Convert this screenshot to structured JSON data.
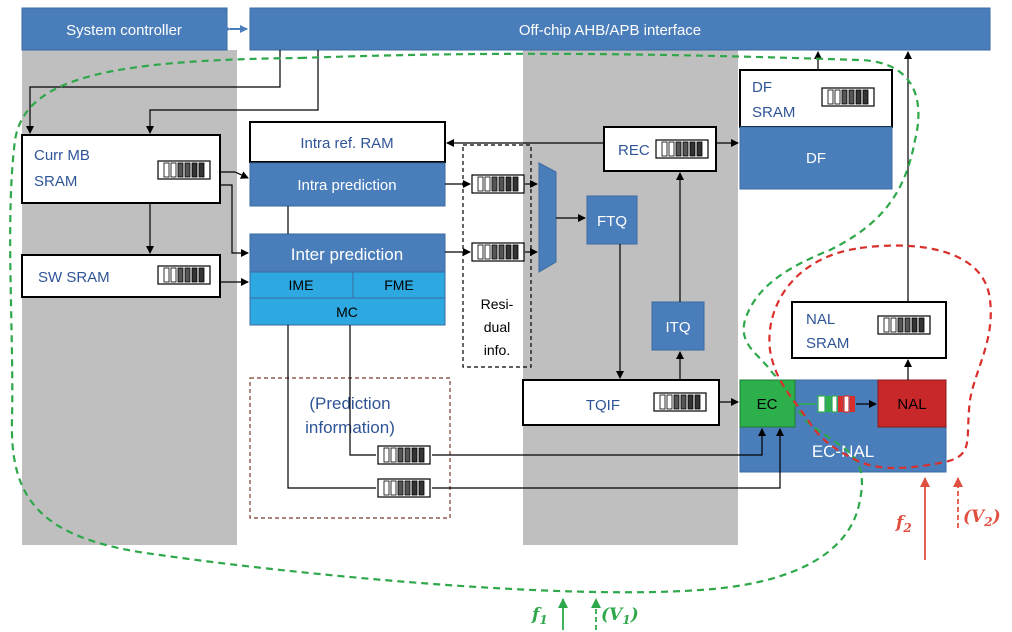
{
  "blocks": {
    "system_controller": "System controller",
    "offchip_interface": "Off-chip AHB/APB interface",
    "curr_mb_sram_1": "Curr MB",
    "curr_mb_sram_2": "SRAM",
    "sw_sram": "SW SRAM",
    "intra_ref_ram": "Intra ref. RAM",
    "intra_prediction": "Intra prediction",
    "inter_prediction": "Inter prediction",
    "ime": "IME",
    "fme": "FME",
    "mc": "MC",
    "residual_1": "Resi-",
    "residual_2": "dual",
    "residual_3": "info.",
    "prediction_info_1": "(Prediction",
    "prediction_info_2": "information)",
    "ftq": "FTQ",
    "itq": "ITQ",
    "tqif": "TQIF",
    "rec": "REC",
    "df_sram_1": "DF",
    "df_sram_2": "SRAM",
    "df": "DF",
    "nal_sram_1": "NAL",
    "nal_sram_2": "SRAM",
    "ec": "EC",
    "nal": "NAL",
    "ec_nal": "EC-NAL"
  },
  "labels": {
    "f1": "f",
    "f1_sub": "1",
    "v1_open": "(V",
    "v1_sub": "1",
    "v1_close": ")",
    "f2": "f",
    "f2_sub": "2",
    "v2_open": "(V",
    "v2_sub": "2",
    "v2_close": ")"
  },
  "colors": {
    "block_blue": "#4a7ebb",
    "sub_block_cyan": "#2ea8e0",
    "gray_band": "#bfbfbf",
    "domain1_green": "#2ea84a",
    "domain2_red": "#d9302c",
    "ec_green": "#2db04b",
    "nal_red": "#c8282a"
  }
}
